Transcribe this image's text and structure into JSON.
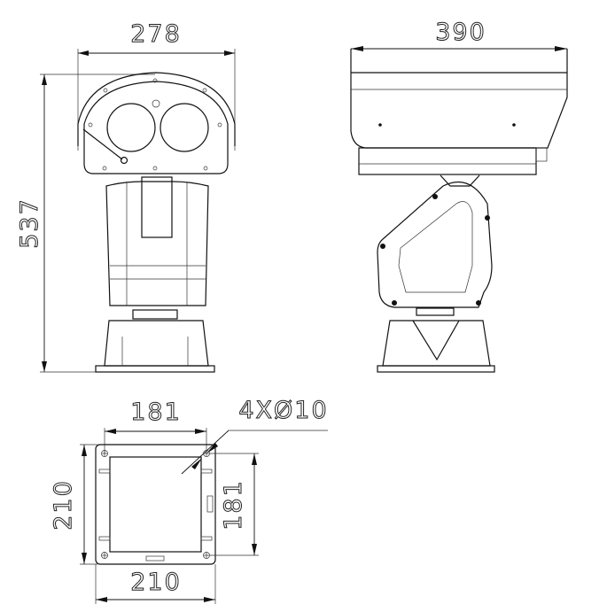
{
  "front_view": {
    "width_label": "278",
    "height_label": "537"
  },
  "side_view": {
    "depth_label": "390"
  },
  "bottom_view": {
    "hole_spacing_x_label": "181",
    "hole_spacing_y_label": "181",
    "plate_width_label": "210",
    "plate_height_label": "210",
    "hole_callout_label": "4XØ10"
  }
}
